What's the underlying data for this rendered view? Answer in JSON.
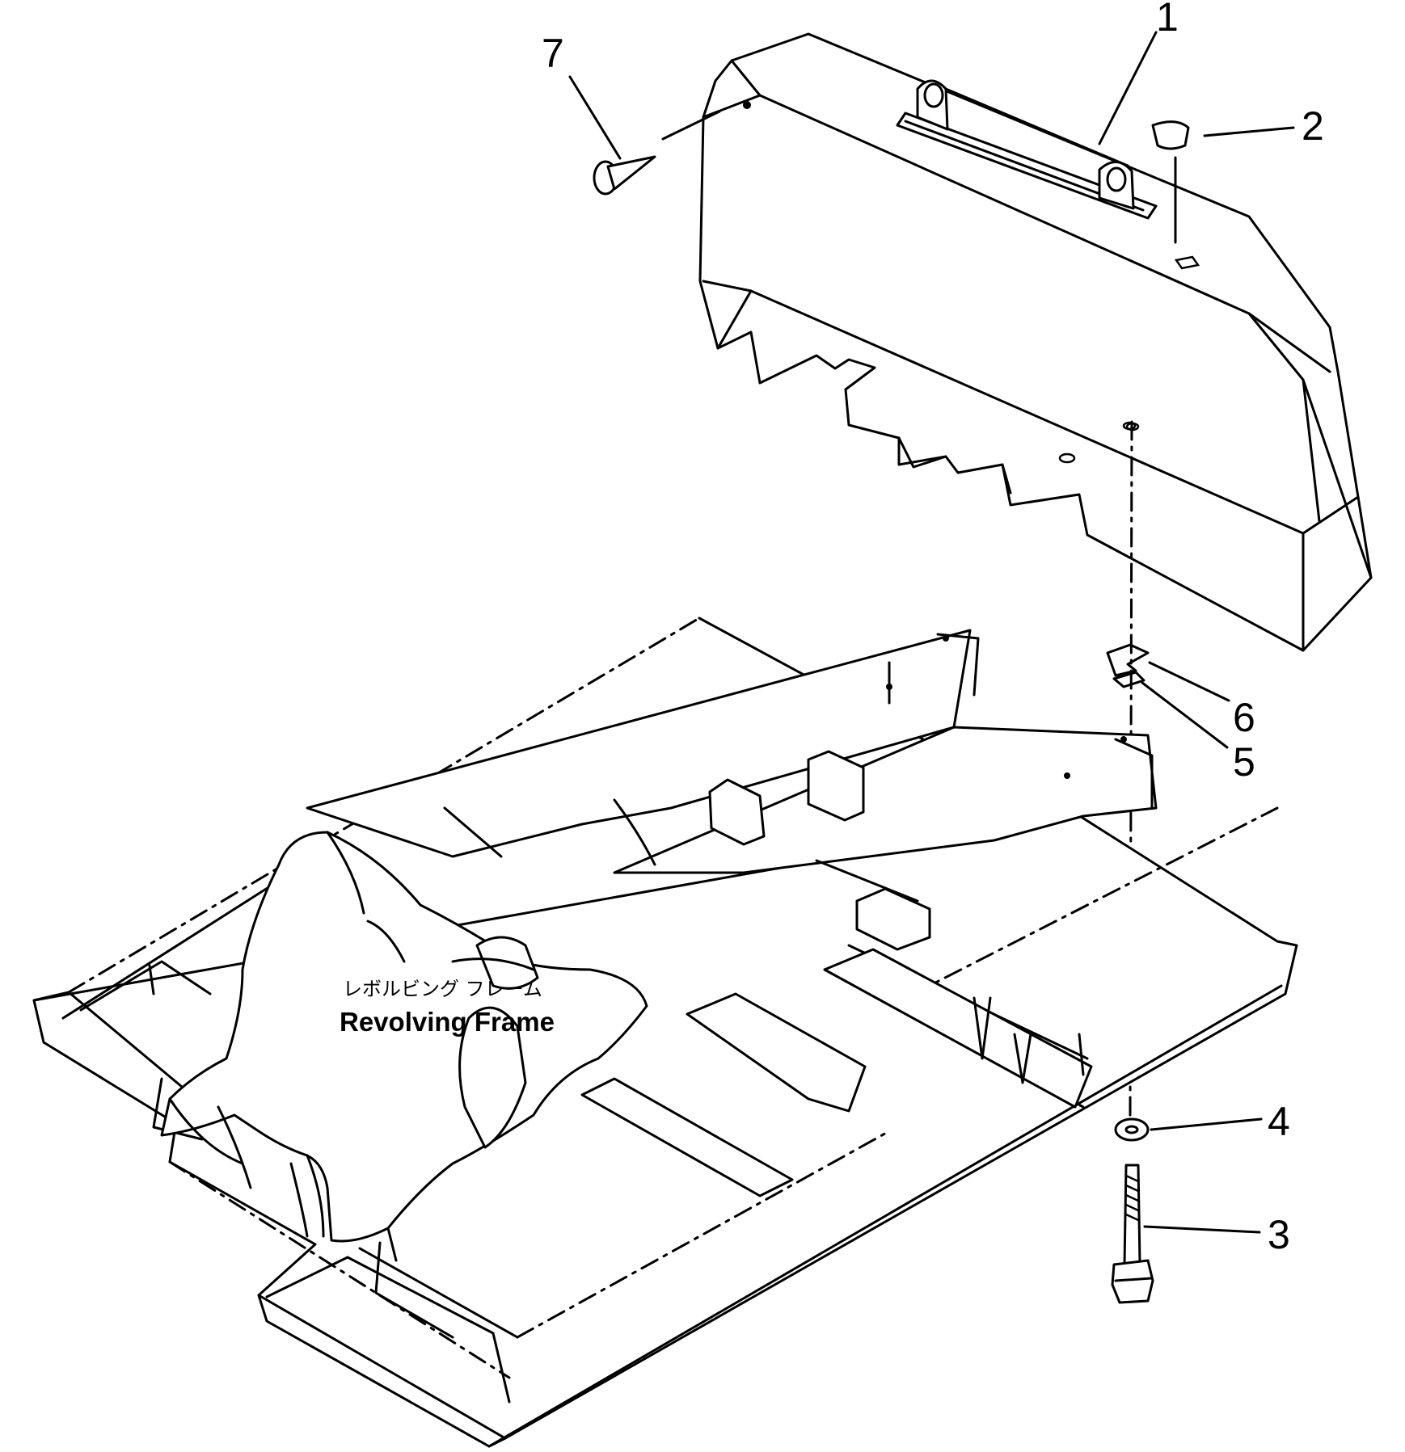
{
  "callouts": [
    {
      "id": "1",
      "text": "1"
    },
    {
      "id": "2",
      "text": "2"
    },
    {
      "id": "3",
      "text": "3"
    },
    {
      "id": "4",
      "text": "4"
    },
    {
      "id": "5",
      "text": "5"
    },
    {
      "id": "6",
      "text": "6"
    },
    {
      "id": "7",
      "text": "7"
    }
  ],
  "frame_label": {
    "japanese": "レボルビング フレーム",
    "english": "Revolving Frame"
  }
}
